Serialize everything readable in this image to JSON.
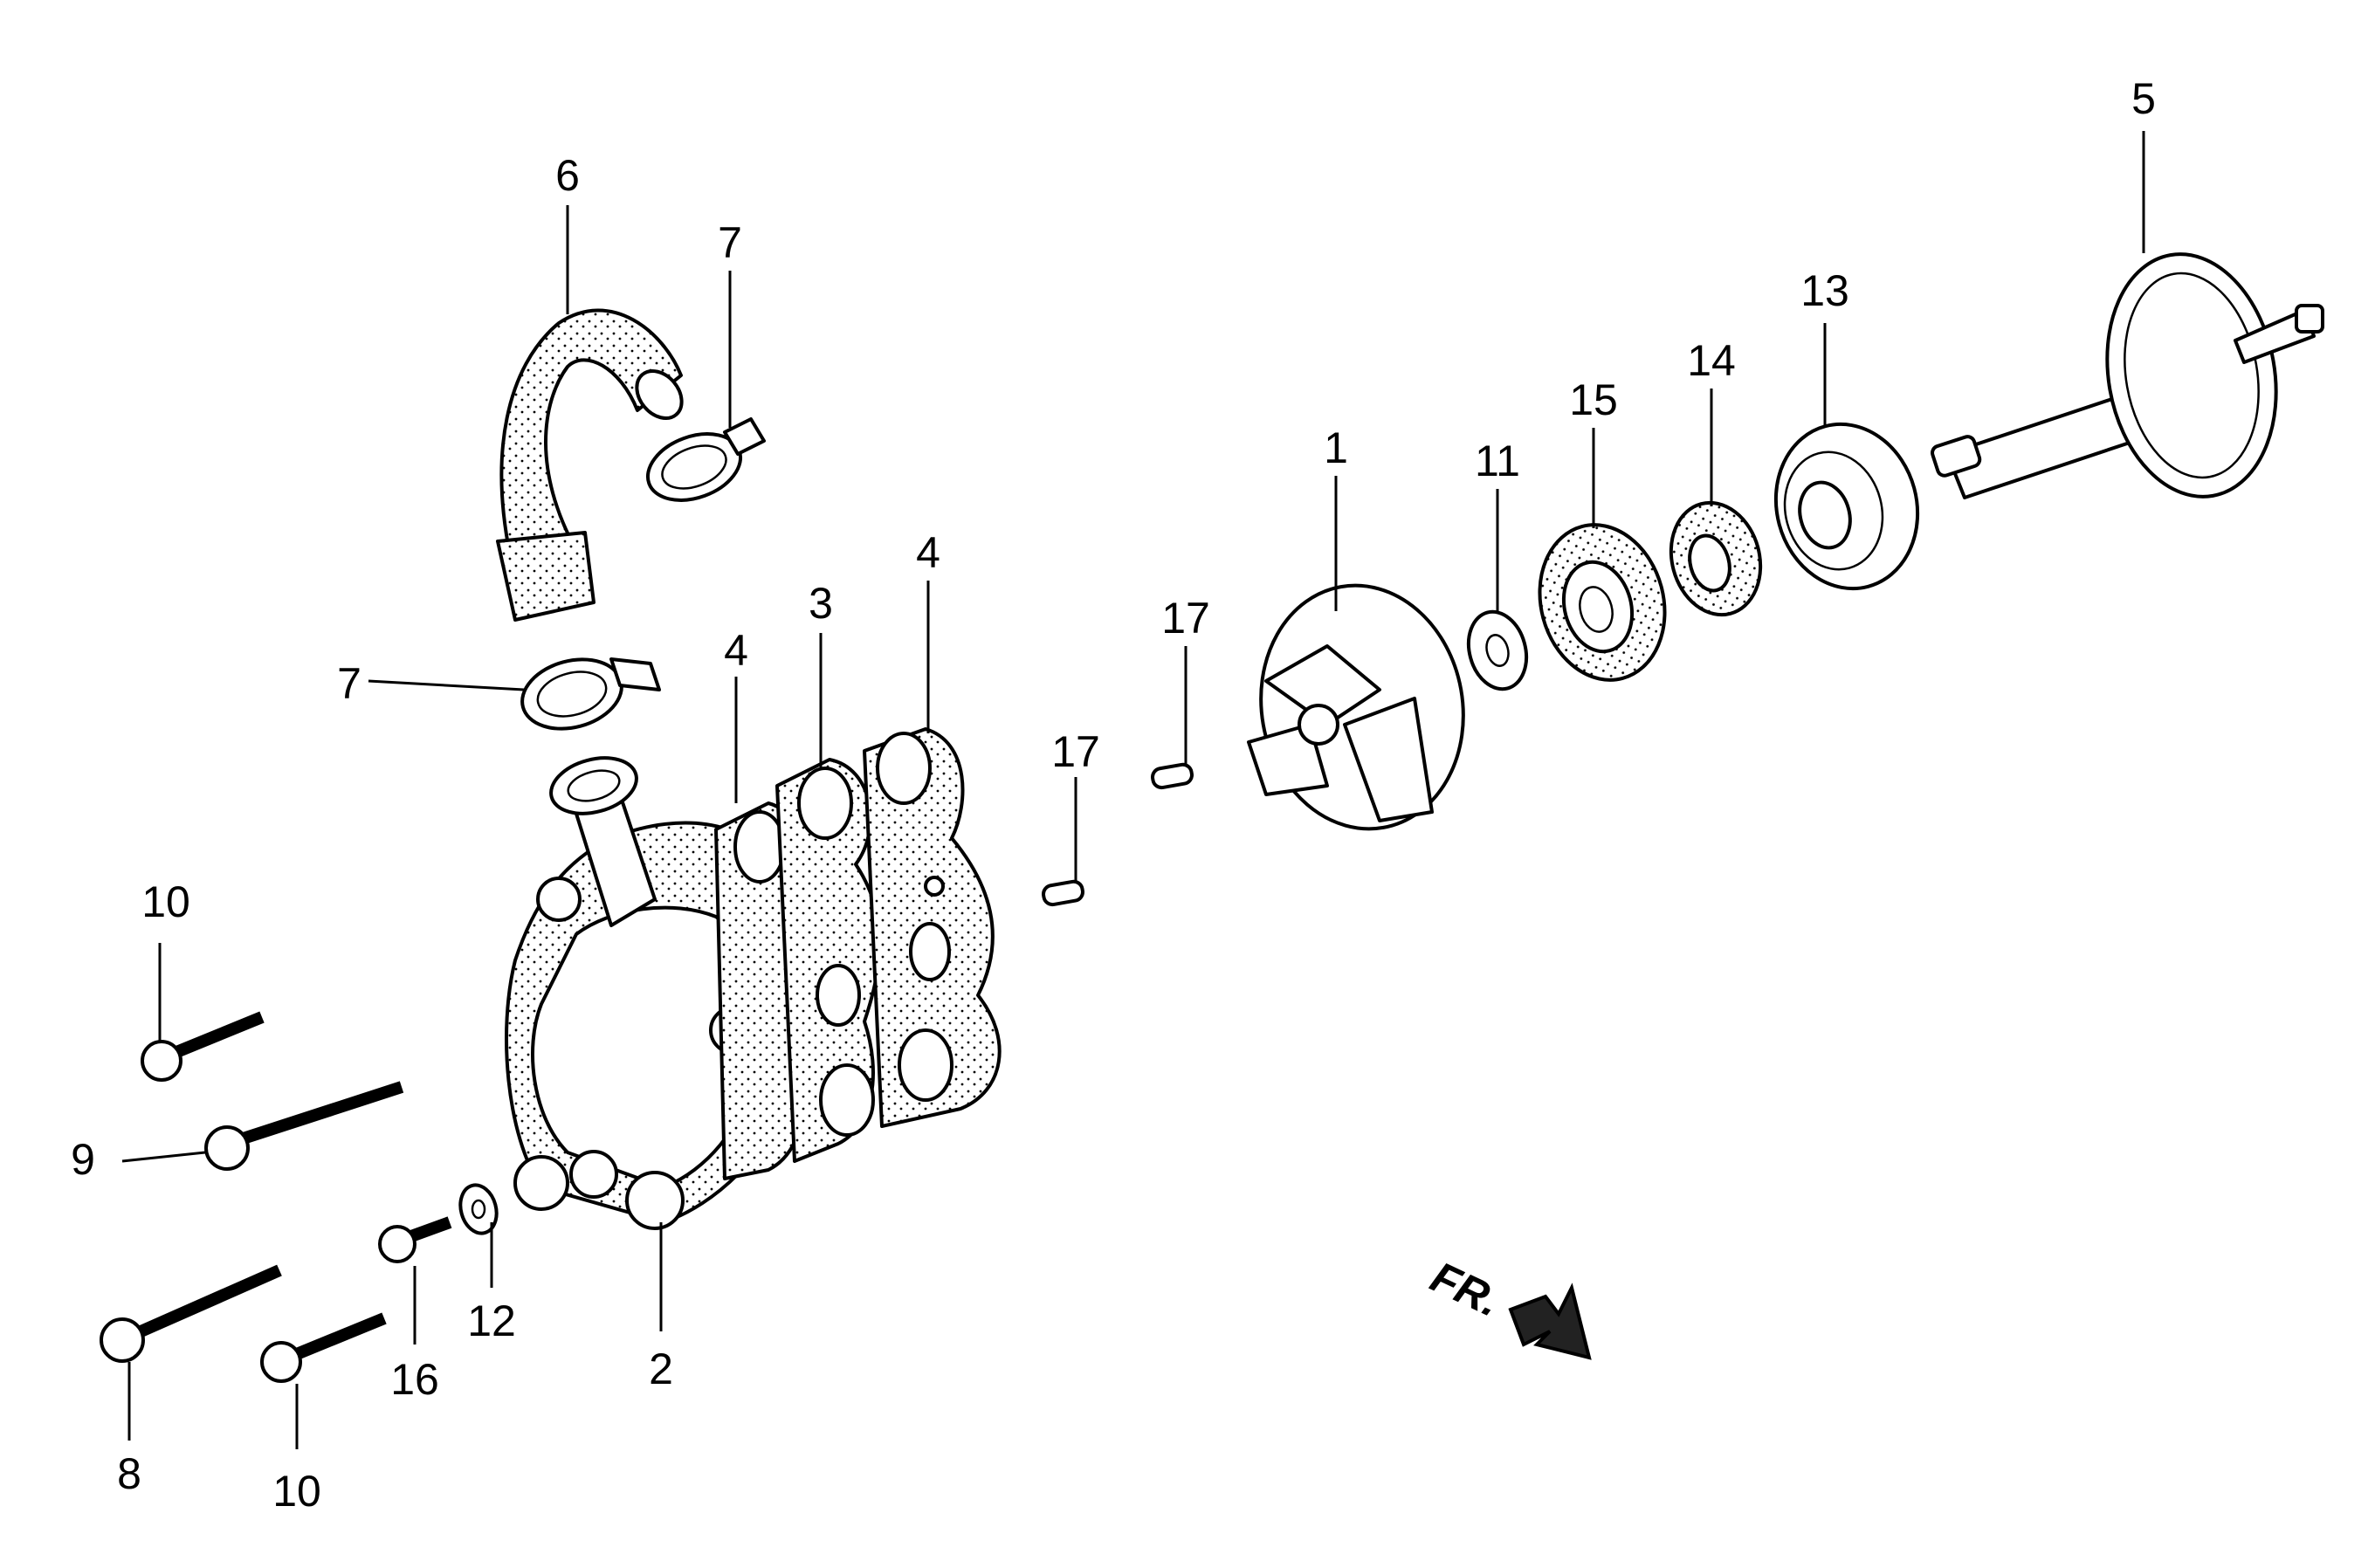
{
  "callouts": [
    {
      "id": "c1",
      "text": "1"
    },
    {
      "id": "c2",
      "text": "2"
    },
    {
      "id": "c3",
      "text": "3"
    },
    {
      "id": "c4a",
      "text": "4"
    },
    {
      "id": "c4b",
      "text": "4"
    },
    {
      "id": "c5",
      "text": "5"
    },
    {
      "id": "c6",
      "text": "6"
    },
    {
      "id": "c7a",
      "text": "7"
    },
    {
      "id": "c7b",
      "text": "7"
    },
    {
      "id": "c8",
      "text": "8"
    },
    {
      "id": "c9",
      "text": "9"
    },
    {
      "id": "c10a",
      "text": "10"
    },
    {
      "id": "c10b",
      "text": "10"
    },
    {
      "id": "c11",
      "text": "11"
    },
    {
      "id": "c12",
      "text": "12"
    },
    {
      "id": "c13",
      "text": "13"
    },
    {
      "id": "c14",
      "text": "14"
    },
    {
      "id": "c15",
      "text": "15"
    },
    {
      "id": "c16",
      "text": "16"
    },
    {
      "id": "c17a",
      "text": "17"
    },
    {
      "id": "c17b",
      "text": "17"
    }
  ],
  "direction_label": "FR."
}
